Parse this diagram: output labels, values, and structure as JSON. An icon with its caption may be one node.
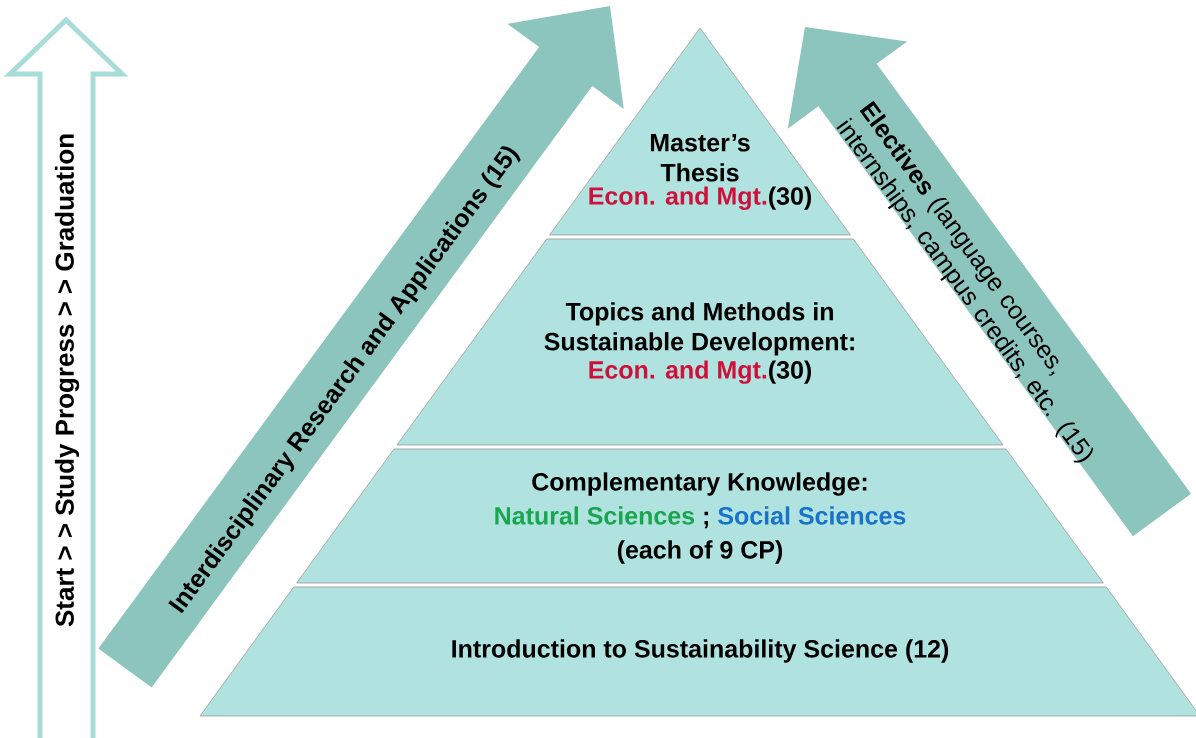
{
  "diagram": {
    "nodes": [
      {
        "text": [
          "Master’s Thesis",
          "Econ. and Mgt.",
          "(30)"
        ]
      },
      {
        "text": [
          "Topics and Methods in Sustainable Development:",
          "Econ. and Mgt.",
          "(30)"
        ]
      },
      {
        "text": [
          "Complementary Knowledge:",
          "Natural Sciences",
          ";",
          "Social Sciences",
          "(each of 9 CP)"
        ]
      },
      {
        "text": [
          "Introduction to Sustainability Science (12)"
        ]
      },
      {
        "text": [
          "Interdisciplinary Research and Applications (15)"
        ]
      },
      {
        "text": [
          "**Electives** (language courses, internships, campus credits, etc. (15)"
        ]
      },
      {
        "text": [
          "Start > > Study Progress > > Graduation"
        ]
      }
    ]
  }
}
